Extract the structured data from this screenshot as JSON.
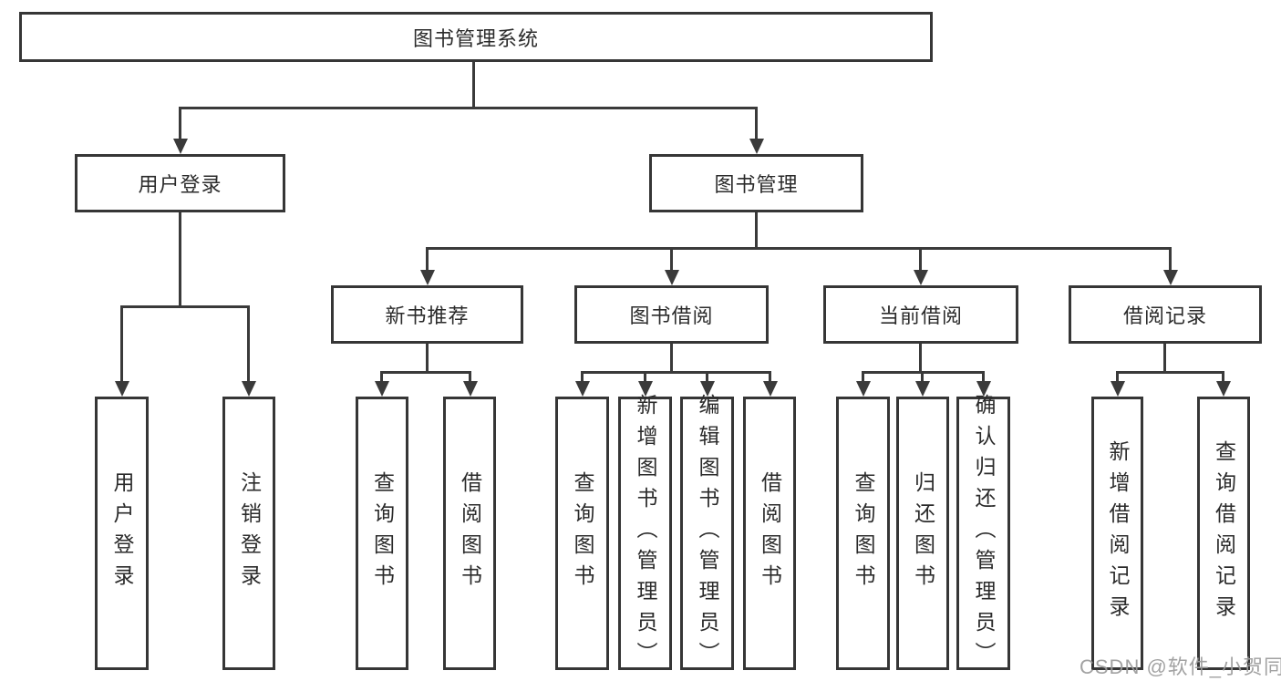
{
  "diagram_title": "图书管理系统",
  "watermark": "CSDN @软件_小贺同学",
  "colors": {
    "line": "#3a3a3a",
    "border": "#363636",
    "text": "#2b2b2b",
    "watermark": "#9b9b9b",
    "background": "#ffffff"
  },
  "tree": {
    "label": "图书管理系统",
    "children": [
      {
        "label": "用户登录",
        "children": [
          {
            "label": "用户登录"
          },
          {
            "label": "注销登录"
          }
        ]
      },
      {
        "label": "图书管理",
        "children": [
          {
            "label": "新书推荐",
            "children": [
              {
                "label": "查询图书"
              },
              {
                "label": "借阅图书"
              }
            ]
          },
          {
            "label": "图书借阅",
            "children": [
              {
                "label": "查询图书"
              },
              {
                "label": "新增图书（管理员）"
              },
              {
                "label": "编辑图书（管理员）"
              },
              {
                "label": "借阅图书"
              }
            ]
          },
          {
            "label": "当前借阅",
            "children": [
              {
                "label": "查询图书"
              },
              {
                "label": "归还图书"
              },
              {
                "label": "确认归还（管理员）"
              }
            ]
          },
          {
            "label": "借阅记录",
            "children": [
              {
                "label": "新增借阅记录"
              },
              {
                "label": "查询借阅记录"
              }
            ]
          }
        ]
      }
    ]
  }
}
